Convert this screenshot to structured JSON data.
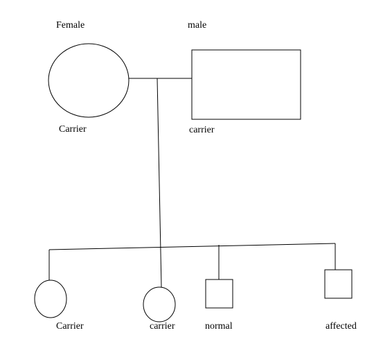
{
  "pedigree": {
    "parents": {
      "female_heading": "Female",
      "female_status": "Carrier",
      "male_heading": "male",
      "male_status": "carrier"
    },
    "children": [
      {
        "sex": "female",
        "status": "Carrier"
      },
      {
        "sex": "female",
        "status": "carrier"
      },
      {
        "sex": "male",
        "status": "normal"
      },
      {
        "sex": "male",
        "status": "affected"
      }
    ]
  },
  "colors": {
    "stroke": "#000000",
    "background": "#ffffff"
  }
}
